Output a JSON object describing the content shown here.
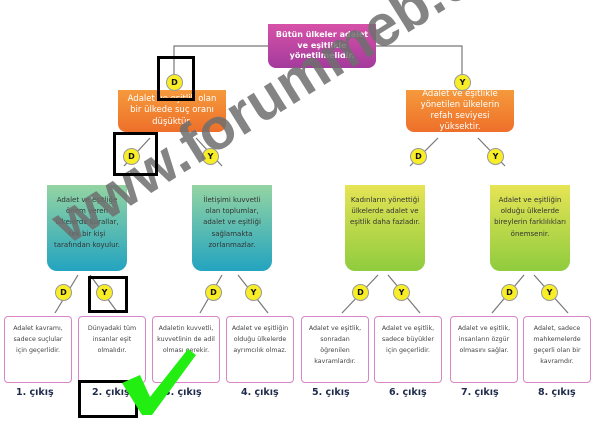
{
  "root": "Bütün ülkeler adalet ve eşitlikle yönetilmelidir.",
  "level1": [
    "Adalet ve eşitlik olan bir ülkede suç oranı düşüktür.",
    "Adalet ve eşitlikle yönetilen ülkelerin refah seviyesi yüksektir."
  ],
  "level2": [
    "Adalet ve eşitliğe önem veren ülkelerde kurallar, tek bir kişi tarafından koyulur.",
    "İletişimi kuvvetli olan toplumlar, adalet ve eşitliği sağlamakta zorlanmazlar.",
    "Kadınların yönettiği ülkelerde adalet ve eşitlik daha fazladır.",
    "Adalet ve eşitliğin olduğu ülkelerde bireylerin farklılıkları önemsenir."
  ],
  "leaves": [
    "Adalet kavramı, sadece suçlular için geçerlidir.",
    "Dünyadaki tüm insanlar eşit olmalıdır.",
    "Adaletin kuvvetli, kuvvetlinin de adil olması gerekir.",
    "Adalet ve eşitliğin olduğu ülkelerde ayrımcılık olmaz.",
    "Adalet ve eşitlik, sonradan öğrenilen kavramlardır.",
    "Adalet ve eşitlik, sadece büyükler için geçerlidir.",
    "Adalet ve eşitlik, insanların özgür olmasını sağlar.",
    "Adalet, sadece mahkemelerde geçerli olan bir kavramdır."
  ],
  "exits": [
    "1. çıkış",
    "2. çıkış",
    "3. çıkış",
    "4. çıkış",
    "5. çıkış",
    "6. çıkış",
    "7. çıkış",
    "8. çıkış"
  ],
  "labels": {
    "d": "D",
    "y": "Y"
  },
  "watermark": "www.forummeb.com"
}
